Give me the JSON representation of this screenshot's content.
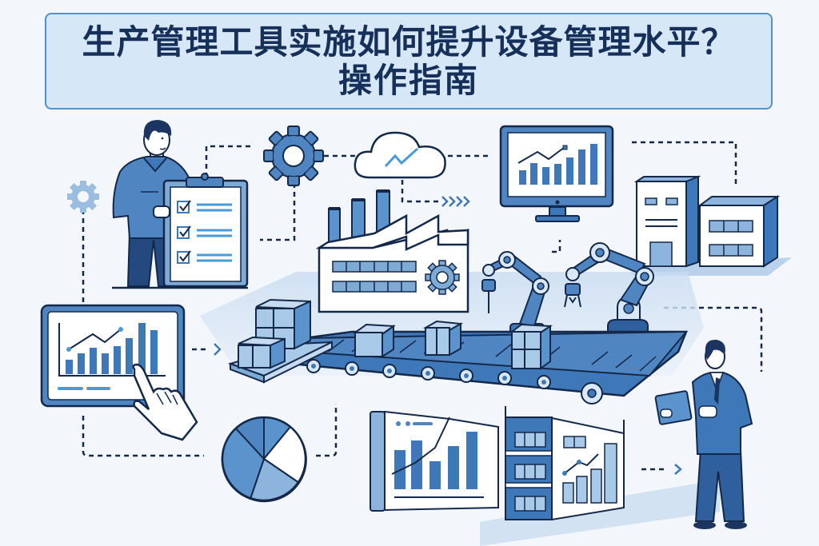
{
  "title": {
    "line1": "生产管理工具实施如何提升设备管理水平？",
    "line2": "操作指南"
  },
  "colors": {
    "background": "#f3f7fc",
    "title_box_fill": "#d6e8f8",
    "title_box_border": "#5a8fc4",
    "title_text": "#17305a",
    "primary_blue": "#3f78b8",
    "mid_blue": "#5b93cc",
    "light_blue": "#a9c9e8",
    "outline": "#14294a"
  },
  "illustration": {
    "elements": [
      "worker-with-checklist",
      "checklist-clipboard",
      "gear",
      "small-gear",
      "cloud-analytics",
      "monitor-bar-chart",
      "office-buildings",
      "factory",
      "robotic-arms",
      "conveyor-belt",
      "boxes",
      "tablet-dashboard-touch",
      "pie-chart",
      "report-charts",
      "building-panel",
      "manager-with-tablet"
    ],
    "checklist_items": 3,
    "flow_arrows": [
      "chevrons-right",
      "dashed-arrow-right",
      "dashed-arrow-right"
    ]
  }
}
